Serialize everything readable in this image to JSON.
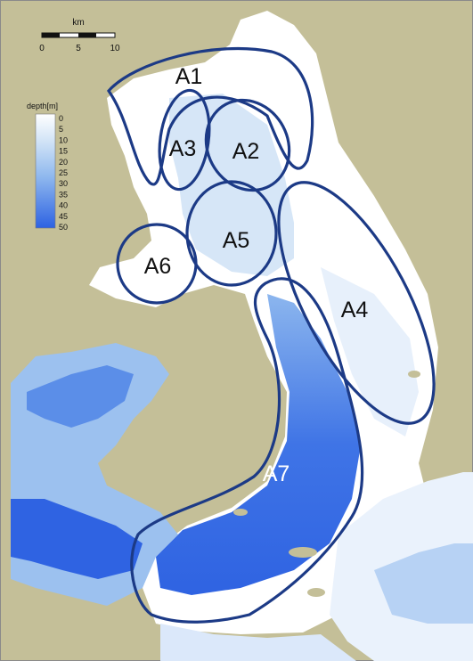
{
  "scale_bar": {
    "unit": "km",
    "ticks": [
      "0",
      "5",
      "10"
    ]
  },
  "legend": {
    "title": "depth[m]",
    "levels": [
      "0",
      "5",
      "10",
      "15",
      "20",
      "25",
      "30",
      "35",
      "40",
      "45",
      "50"
    ]
  },
  "regions": [
    {
      "id": "A1",
      "label": "A1"
    },
    {
      "id": "A2",
      "label": "A2"
    },
    {
      "id": "A3",
      "label": "A3"
    },
    {
      "id": "A4",
      "label": "A4"
    },
    {
      "id": "A5",
      "label": "A5"
    },
    {
      "id": "A6",
      "label": "A6"
    },
    {
      "id": "A7",
      "label": "A7"
    }
  ],
  "colors": {
    "land": "#c4bf98",
    "water_shallow": "#ffffff",
    "water_deep": "#2d62e2",
    "outline": "#1c3a86"
  }
}
